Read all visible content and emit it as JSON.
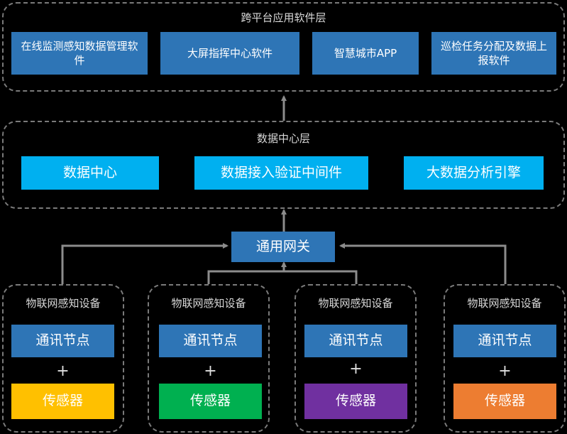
{
  "app_layer": {
    "title": "跨平台应用软件层",
    "boxes": [
      "在线监测感知数据管理软件",
      "大屏指挥中心软件",
      "智慧城市APP",
      "巡检任务分配及数据上报软件"
    ]
  },
  "data_layer": {
    "title": "数据中心层",
    "boxes": [
      "数据中心",
      "数据接入验证中间件",
      "大数据分析引擎"
    ]
  },
  "gateway": {
    "label": "通用网关"
  },
  "devices": [
    {
      "title": "物联网感知设备",
      "node": "通讯节点",
      "plus": "+",
      "sensor": "传感器",
      "sensor_color": "#ffc000"
    },
    {
      "title": "物联网感知设备",
      "node": "通讯节点",
      "plus": "+",
      "sensor": "传感器",
      "sensor_color": "#00b050"
    },
    {
      "title": "物联网感知设备",
      "node": "通讯节点",
      "plus": "+",
      "sensor": "传感器",
      "sensor_color": "#7030a0"
    },
    {
      "title": "物联网感知设备",
      "node": "通讯节点",
      "plus": "+",
      "sensor": "传感器",
      "sensor_color": "#ed7d31"
    }
  ],
  "colors": {
    "primary_blue": "#2e75b6",
    "cyan": "#00b0f0",
    "connector": "#8c8c8c"
  }
}
